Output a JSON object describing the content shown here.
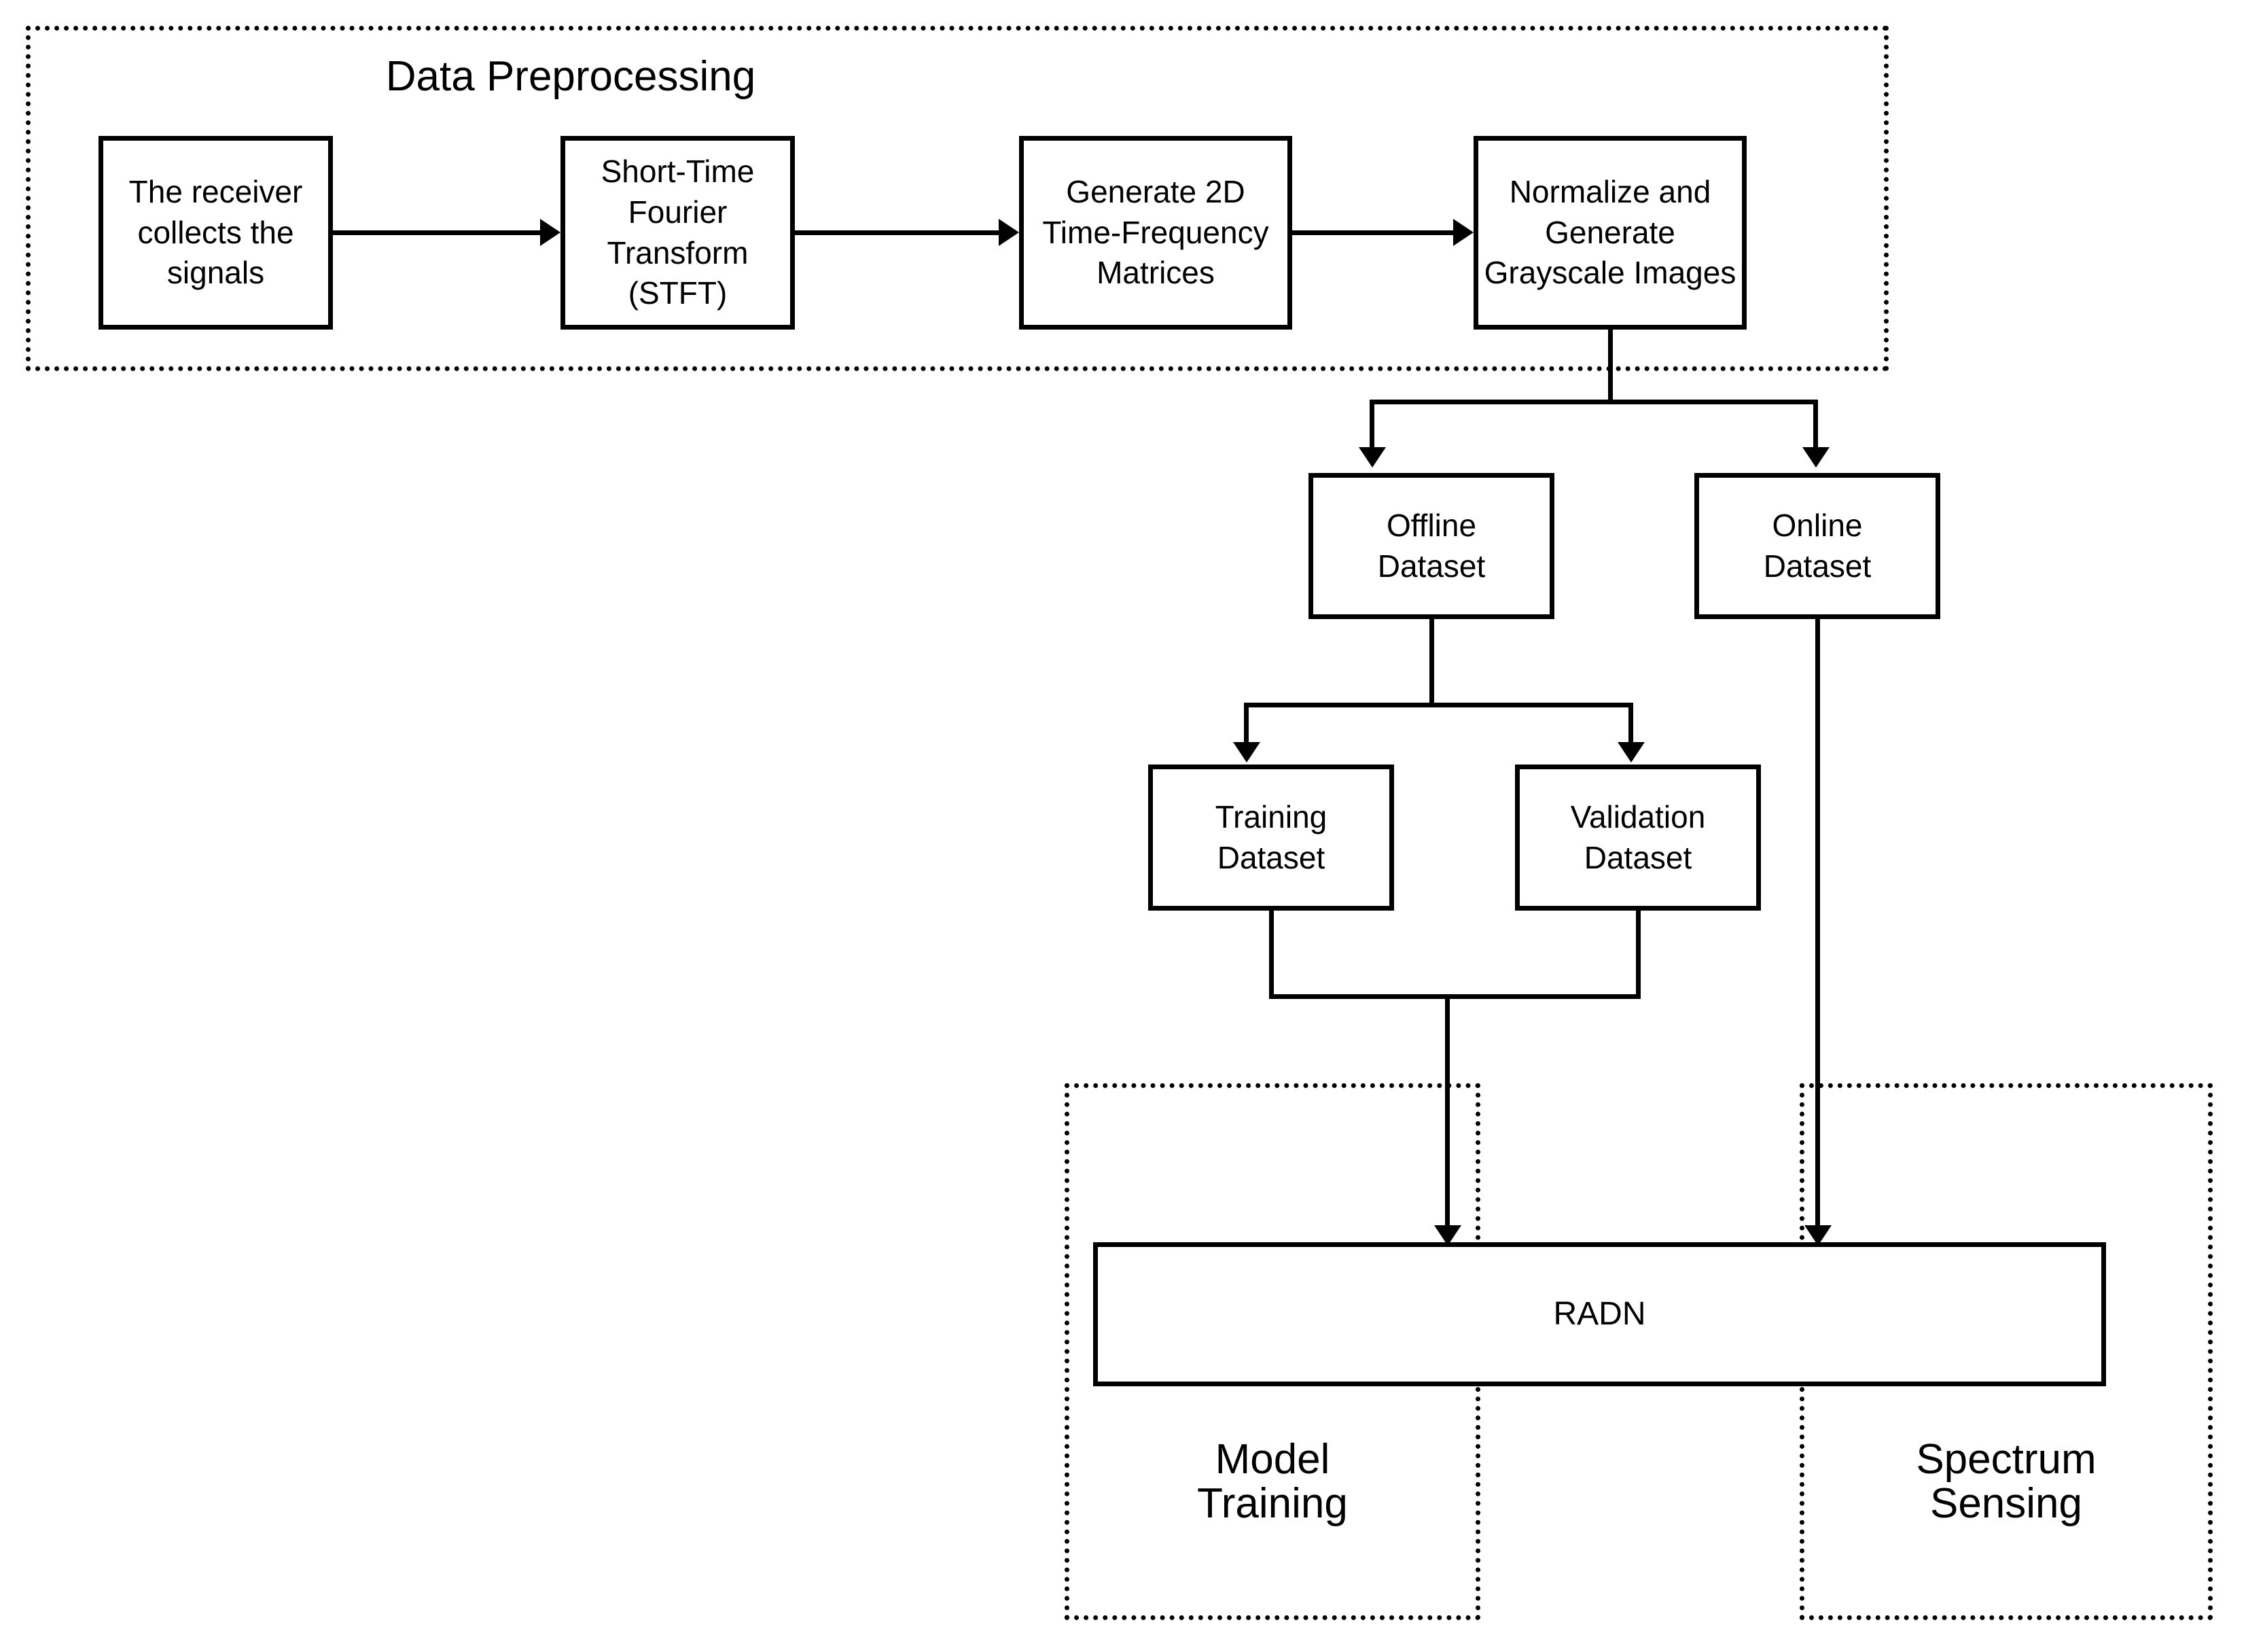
{
  "diagram": {
    "title": "Data Preprocessing / Model Training / Spectrum Sensing flowchart",
    "groups": {
      "preprocessing": {
        "label": "Data Preprocessing"
      },
      "model_training": {
        "label": "Model\nTraining"
      },
      "spectrum_sensing": {
        "label": "Spectrum\nSensing"
      }
    },
    "nodes": {
      "receiver": {
        "label": "The receiver\ncollects the\nsignals"
      },
      "stft": {
        "label": "Short-Time\nFourier\nTransform (STFT)"
      },
      "tfmatrix": {
        "label": "Generate 2D\nTime-Frequency\nMatrices"
      },
      "normalize": {
        "label": "Normalize and\nGenerate\nGrayscale Images"
      },
      "offline_dataset": {
        "label": "Offline\nDataset"
      },
      "online_dataset": {
        "label": "Online\nDataset"
      },
      "training_dataset": {
        "label": "Training\nDataset"
      },
      "validation_dataset": {
        "label": "Validation\nDataset"
      },
      "radn": {
        "label": "RADN"
      }
    },
    "colors": {
      "stroke": "#000000",
      "background": "#ffffff",
      "text": "#000000"
    }
  }
}
